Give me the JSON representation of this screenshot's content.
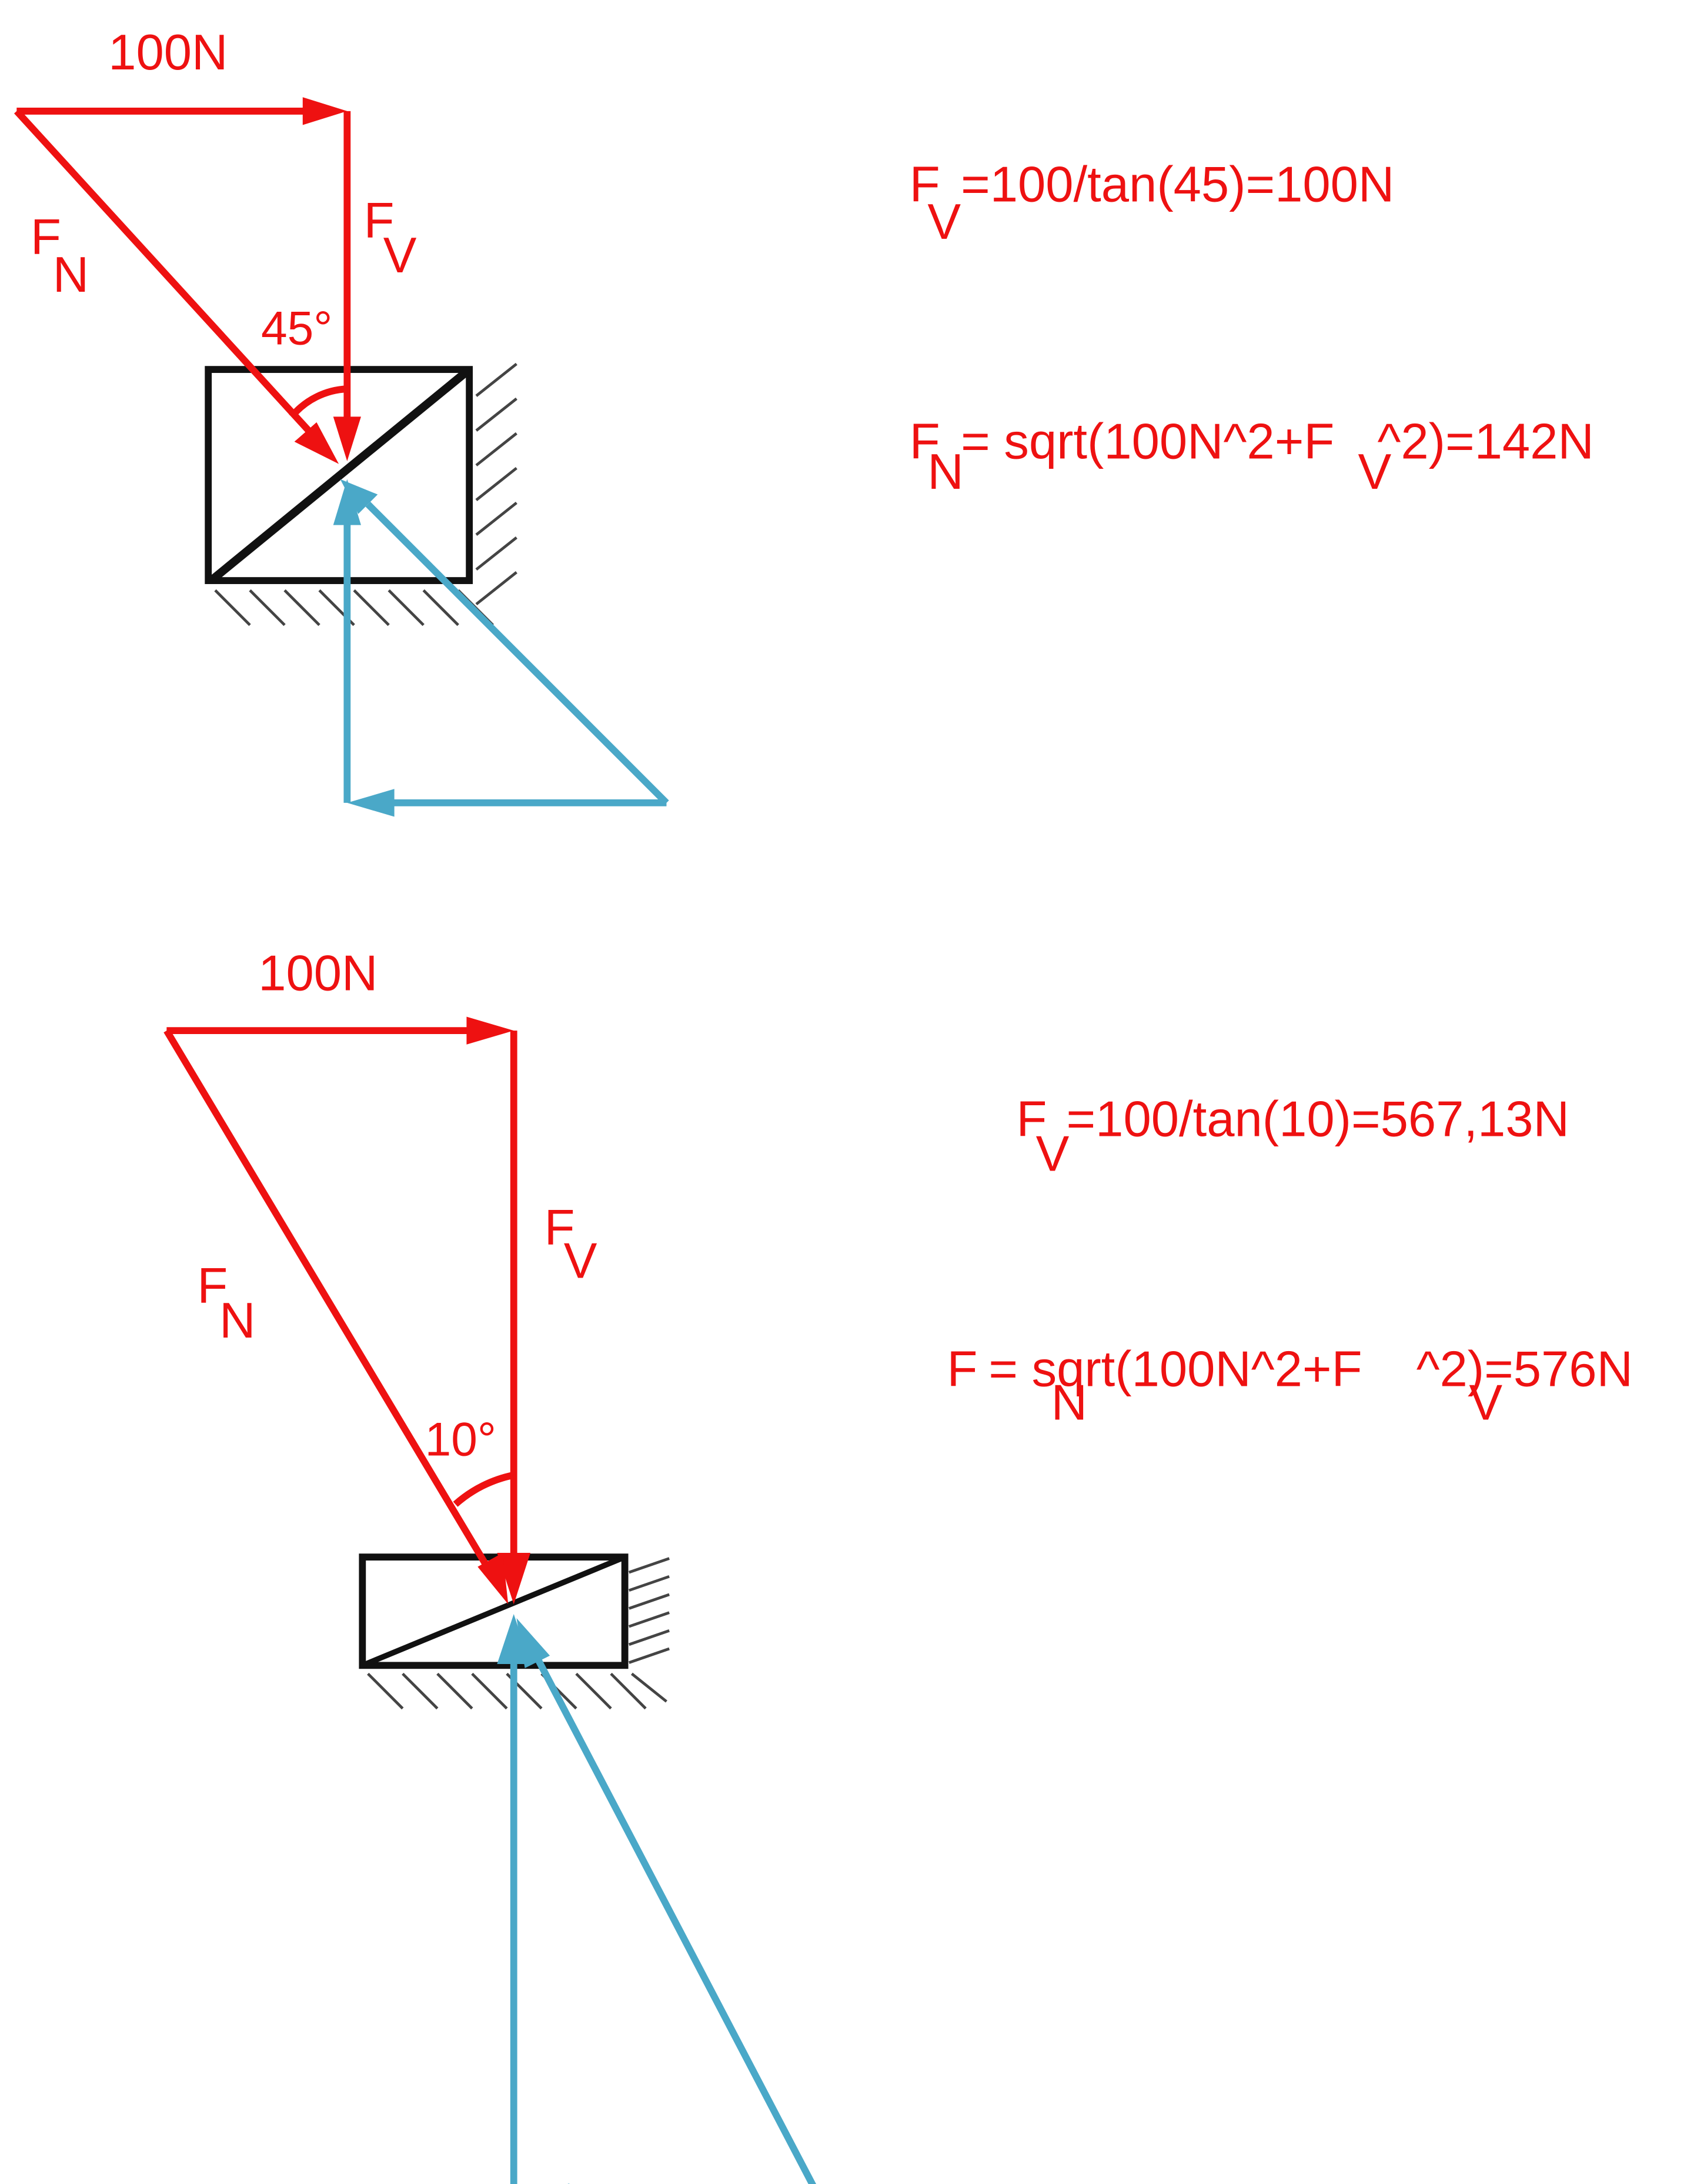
{
  "colors": {
    "force_red": "#ee1111",
    "reaction_blue": "#4aa8c8",
    "outline": "#111111"
  },
  "diagram_top": {
    "force_label": "100N",
    "fn_main": "F",
    "fn_sub": "N",
    "fv_main": "F",
    "fv_sub": "V",
    "angle_label": "45°",
    "eq1": {
      "main": "F",
      "sub": "V",
      "rest": "=100/tan(45)=100N"
    },
    "eq2": {
      "main": "F",
      "sub": "N",
      "rest": " = sqrt(100N^2+F",
      "sub2": "V",
      "rest2": "^2)=142N"
    }
  },
  "diagram_bottom": {
    "force_label": "100N",
    "fn_main": "F",
    "fn_sub": "N",
    "fv_main": "F",
    "fv_sub": "V",
    "angle_label": "10°",
    "eq1": {
      "main": "F",
      "sub": "V",
      "rest": "=100/tan(10)=567,13N"
    },
    "eq2": {
      "main": "F",
      "sub": "N",
      "rest": " = sqrt(100N^2+F",
      "sub2": "V",
      "rest2": "^2)=576N"
    }
  }
}
